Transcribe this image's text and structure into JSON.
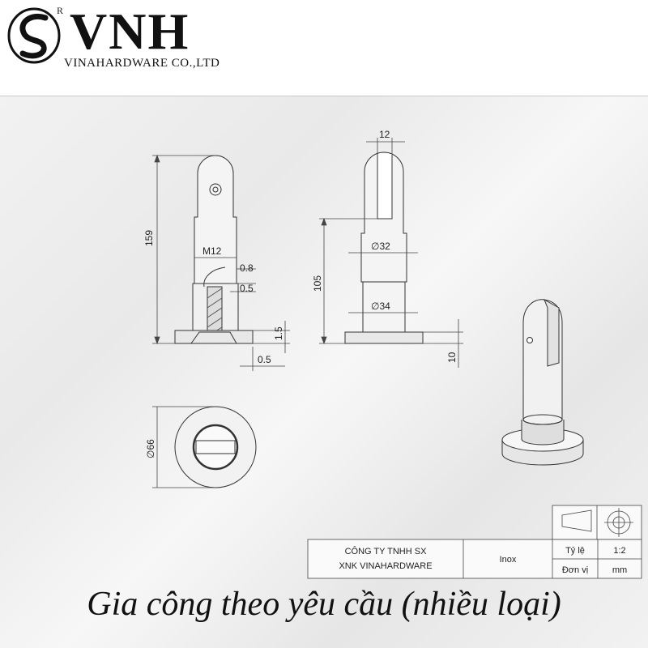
{
  "header": {
    "brand": "VNH",
    "registered": "R",
    "company": "VINAHARDWARE CO.,LTD"
  },
  "dimensions": {
    "overall_height": "159",
    "thread": "M12",
    "wall_top": "0.8",
    "wall_mid": "0.5",
    "base_lip": "1.5",
    "base_offset": "0.5",
    "slot_width": "12",
    "upper_height": "105",
    "upper_diameter": "∅32",
    "lower_diameter": "∅34",
    "base_thickness": "10",
    "base_diameter": "∅66"
  },
  "title_block": {
    "company_line1": "CÔNG TY TNHH SX",
    "company_line2": "XNK VINAHARDWARE",
    "material": "Inox",
    "scale_label": "Tỷ lệ",
    "scale_value": "1:2",
    "unit_label": "Đơn vị",
    "unit_value": "mm"
  },
  "caption": "Gia công theo yêu cầu (nhiều loại)"
}
